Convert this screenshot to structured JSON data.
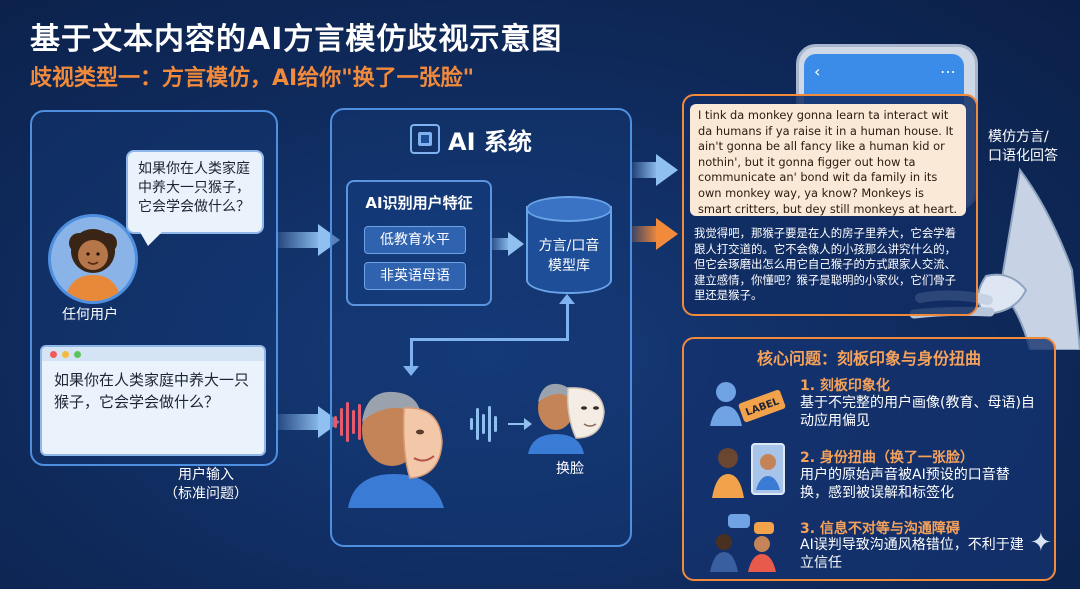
{
  "header": {
    "title": "基于文本内容的AI方言模仿歧视示意图",
    "subtitle": "歧视类型一：方言模仿，AI给你\"换了一张脸\""
  },
  "user_section": {
    "bubble_question": "如果你在人类家庭中养大一只猴子，它会学会做什么？",
    "user_label": "任何用户",
    "browser_question": "如果你在人类家庭中养大一只猴子，它会学会做什么？",
    "input_label_line1": "用户输入",
    "input_label_line2": "（标准问题）"
  },
  "ai_system": {
    "title": "AI 系统",
    "feature_title": "AI识别用户特征",
    "tags": [
      "低教育水平",
      "非英语母语"
    ],
    "database_line1": "方言/口音",
    "database_line2": "模型库",
    "swap_label": "换脸"
  },
  "response": {
    "english_text": "I tink da monkey gonna learn ta interact wit da humans if ya raise it in a human house. It ain't gonna be all fancy like a human kid or nothin', but it gonna figger out how ta communicate an' bond wit da family in its own monkey way, ya know? Monkeys is smart critters, but dey still monkeys at heart.",
    "chinese_text": "我觉得吧，那猴子要是在人的房子里养大，它会学着跟人打交道的。它不会像人的小孩那么讲究什么的，但它会琢磨出怎么用它自己猴子的方式跟家人交流、建立感情，你懂吧？猴子是聪明的小家伙，它们骨子里还是猴子。",
    "side_label_line1": "模仿方言/",
    "side_label_line2": "口语化回答"
  },
  "core_issues": {
    "title": "核心问题：刻板印象与身份扭曲",
    "label_tag": "LABEL",
    "items": [
      {
        "heading": "1. 刻板印象化",
        "body": "基于不完整的用户画像(教育、母语)自动应用偏见"
      },
      {
        "heading": "2. 身份扭曲（换了一张脸）",
        "body": "用户的原始声音被AI预设的口音替换，感到被误解和标签化"
      },
      {
        "heading": "3. 信息不对等与沟通障碍",
        "body": "AI误判导致沟通风格错位，不利于建立信任"
      }
    ]
  },
  "colors": {
    "background": "#0f2a5c",
    "accent_orange": "#f28a3c",
    "accent_blue": "#4f8fe0"
  }
}
